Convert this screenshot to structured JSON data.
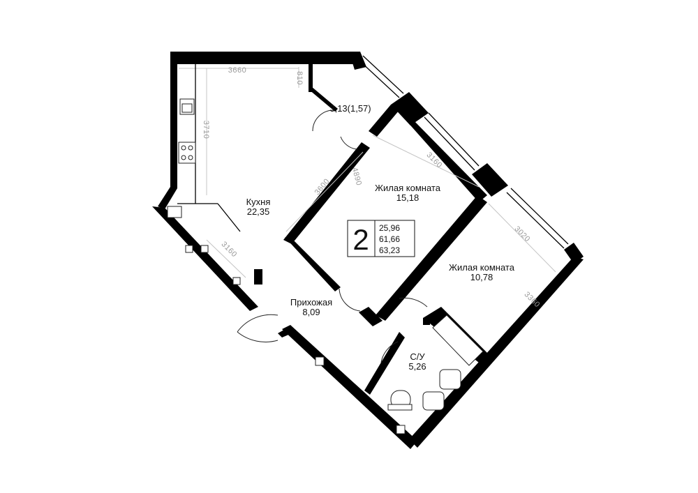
{
  "plan": {
    "rooms": [
      {
        "id": "kitchen",
        "name": "Кухня",
        "area": "22,35"
      },
      {
        "id": "bedroom1",
        "name": "Жилая комната",
        "area": "15,18"
      },
      {
        "id": "bedroom2",
        "name": "Жилая комната",
        "area": "10,78"
      },
      {
        "id": "hallway",
        "name": "Прихожая",
        "area": "8,09"
      },
      {
        "id": "bathroom",
        "name": "С/У",
        "area": "5,26"
      },
      {
        "id": "balcony",
        "label": "3,13(1,57)"
      }
    ],
    "dimensions": [
      "3660",
      "810",
      "3710",
      "3160",
      "3600",
      "4890",
      "3160",
      "3020",
      "3360"
    ],
    "summary": {
      "rooms_count": "2",
      "areas": [
        "25,96",
        "61,66",
        "63,23"
      ]
    }
  }
}
